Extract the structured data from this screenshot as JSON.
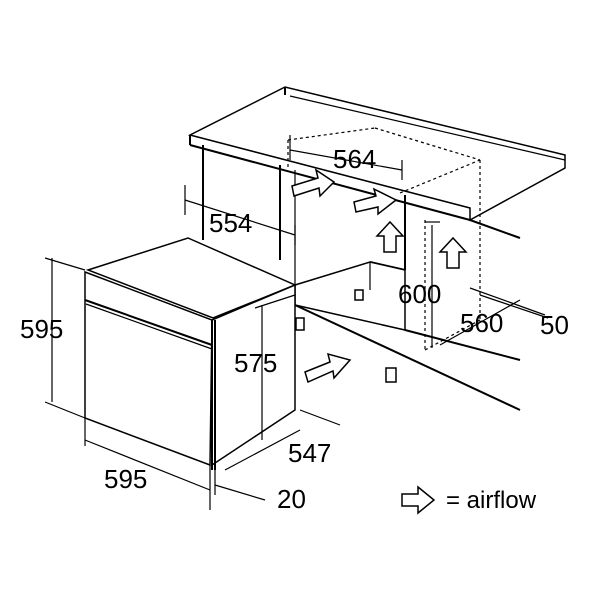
{
  "dimensions": {
    "oven_height": "595",
    "oven_width": "595",
    "oven_depth_total": "575",
    "niche_width_top": "564",
    "niche_depth_side": "554",
    "niche_height": "600",
    "niche_width": "560",
    "vent_gap": "50",
    "body_depth": "547",
    "front_depth": "20"
  },
  "legend": {
    "label": "= airflow"
  }
}
